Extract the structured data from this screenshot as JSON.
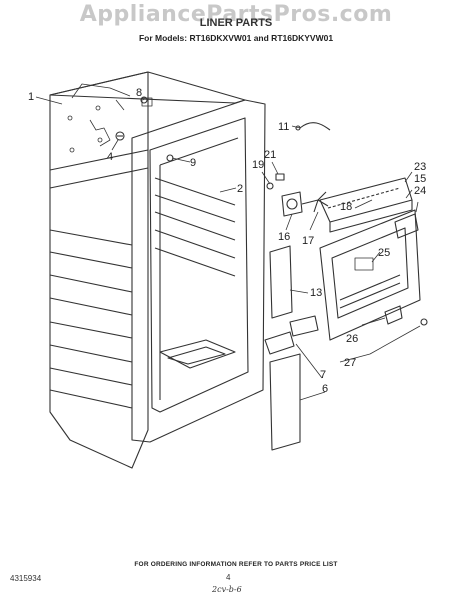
{
  "header": {
    "watermark": "AppliancePartsPros.com",
    "title": "LINER PARTS",
    "subtitle": "For Models: RT16DKXVW01 and RT16DKYVW01"
  },
  "callouts": [
    {
      "id": "c1",
      "label": "1"
    },
    {
      "id": "c2",
      "label": "2"
    },
    {
      "id": "c4",
      "label": "4"
    },
    {
      "id": "c6",
      "label": "6"
    },
    {
      "id": "c7",
      "label": "7"
    },
    {
      "id": "c8",
      "label": "8"
    },
    {
      "id": "c9",
      "label": "9"
    },
    {
      "id": "c11",
      "label": "11"
    },
    {
      "id": "c13",
      "label": "13"
    },
    {
      "id": "c15",
      "label": "15"
    },
    {
      "id": "c16",
      "label": "16"
    },
    {
      "id": "c17",
      "label": "17"
    },
    {
      "id": "c18",
      "label": "18"
    },
    {
      "id": "c19",
      "label": "19"
    },
    {
      "id": "c21",
      "label": "21"
    },
    {
      "id": "c23",
      "label": "23"
    },
    {
      "id": "c24",
      "label": "24"
    },
    {
      "id": "c25",
      "label": "25"
    },
    {
      "id": "c26",
      "label": "26"
    },
    {
      "id": "c27",
      "label": "27"
    }
  ],
  "footer": {
    "part_number": "4315934",
    "ordering_info": "FOR ORDERING INFORMATION REFER TO PARTS PRICE LIST",
    "page": "4",
    "handwritten_note": "2cv-b-6"
  }
}
